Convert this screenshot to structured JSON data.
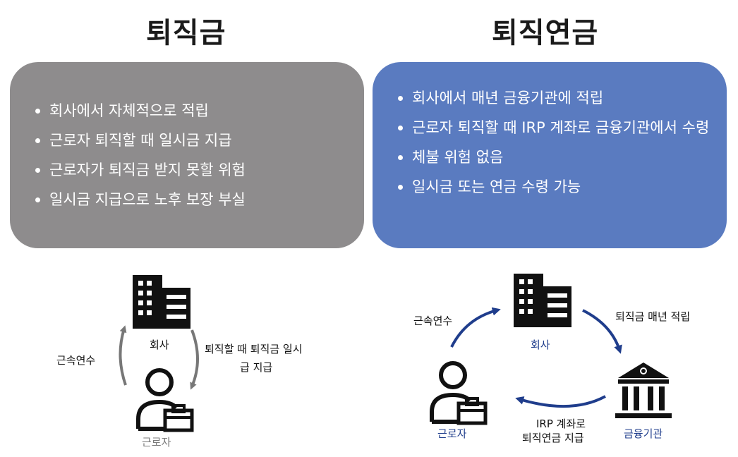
{
  "titles": {
    "left": "퇴직금",
    "right": "퇴직연금"
  },
  "left_panel": {
    "items": [
      "회사에서 자체적으로 적립",
      "근로자 퇴직할 때 일시금 지급",
      "근로자가 퇴직금 받지 못할 위험",
      "일시금 지급으로 노후 보장 부실"
    ]
  },
  "right_panel": {
    "items": [
      "회사에서 매년 금융기관에 적립",
      "근로자 퇴직할 때 IRP 계좌로 금융기관에서 수령",
      "체불 위험 없음",
      "일시금 또는 연금 수령 가능"
    ]
  },
  "left_diagram": {
    "company_label": "회사",
    "worker_label": "근로자",
    "arrow_up_label": "근속연수",
    "arrow_down_label_line1": "퇴직할 때 퇴직금 일시",
    "arrow_down_label_line2": "급 지급"
  },
  "right_diagram": {
    "company_label": "회사",
    "worker_label": "근로자",
    "bank_label": "금융기관",
    "arrow_worker_company_label": "근속연수",
    "arrow_company_bank_label": "퇴직금 매년 적립",
    "arrow_bank_worker_label_line1": "IRP 계좌로",
    "arrow_bank_worker_label_line2": "퇴직연금 지급"
  },
  "colors": {
    "left_panel": "#8e8c8d",
    "right_panel": "#5a7bc0",
    "arrow_gray": "#777777",
    "arrow_blue": "#1f3d8c"
  }
}
